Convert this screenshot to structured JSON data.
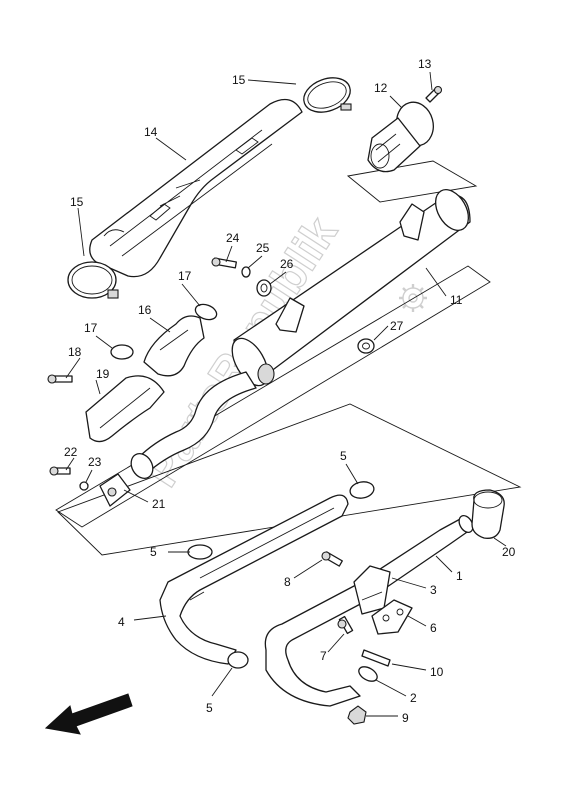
{
  "watermark": "PartsRepublik",
  "callouts": {
    "c1": "1",
    "c2": "2",
    "c3": "3",
    "c4": "4",
    "c5a": "5",
    "c5b": "5",
    "c5c": "5",
    "c6": "6",
    "c7": "7",
    "c8": "8",
    "c9": "9",
    "c10": "10",
    "c11": "11",
    "c12": "12",
    "c13": "13",
    "c14": "14",
    "c15a": "15",
    "c15b": "15",
    "c16": "16",
    "c17a": "17",
    "c17b": "17",
    "c18": "18",
    "c19": "19",
    "c20": "20",
    "c21": "21",
    "c22": "22",
    "c23": "23",
    "c24": "24",
    "c25": "25",
    "c26": "26",
    "c27": "27"
  },
  "icons": {
    "direction_arrow": "front-direction-arrow-icon",
    "watermark_gear": "gear-icon"
  }
}
